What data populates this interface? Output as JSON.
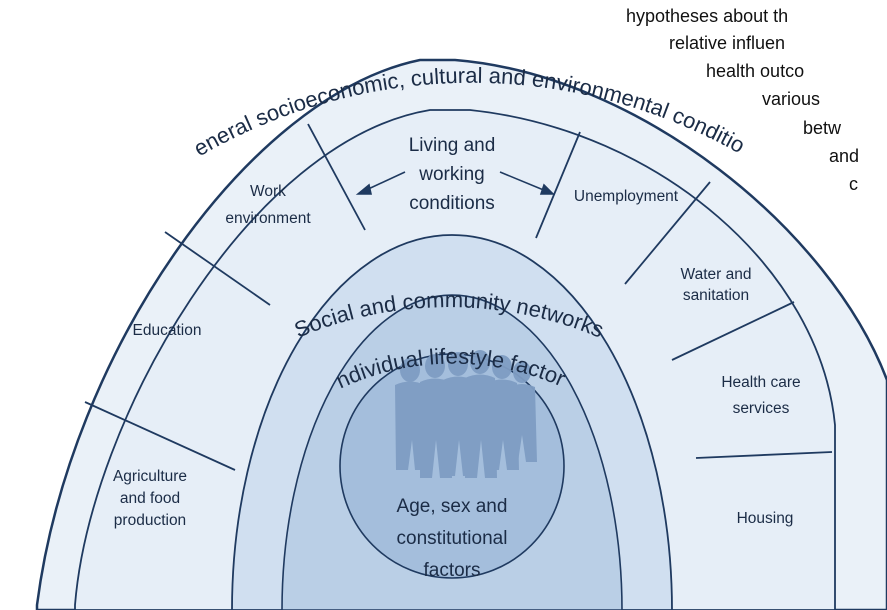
{
  "side_text_lines": [
    "hypotheses about th",
    "relative  influen",
    "health outco",
    "various",
    "betw",
    "and",
    "c"
  ],
  "outer_ring": {
    "label": "General socioeconomic, cultural and environmental conditions"
  },
  "living_conditions": {
    "title_lines": [
      "Living and",
      "working",
      "conditions"
    ],
    "left_segments": [
      {
        "id": "agriculture",
        "lines": [
          "Agriculture",
          "and food",
          "production"
        ]
      },
      {
        "id": "education",
        "lines": [
          "Education"
        ]
      },
      {
        "id": "work-environment",
        "lines": [
          "Work",
          "environment"
        ]
      }
    ],
    "right_segments": [
      {
        "id": "unemployment",
        "lines": [
          "Unemployment"
        ]
      },
      {
        "id": "water-sanitation",
        "lines": [
          "Water and",
          "sanitation"
        ]
      },
      {
        "id": "health-care",
        "lines": [
          "Health care",
          "services"
        ]
      },
      {
        "id": "housing",
        "lines": [
          "Housing"
        ]
      }
    ]
  },
  "community_ring": {
    "label": "Social and community networks"
  },
  "lifestyle_ring": {
    "label": "Individual lifestyle factors"
  },
  "core": {
    "lines": [
      "Age, sex and",
      "constitutional",
      "factors"
    ]
  },
  "colors": {
    "outer_band": "#eaf1f8",
    "segments": "#e6eef7",
    "community": "#d0dff0",
    "lifestyle": "#bacfe6",
    "core": "#a4bedc",
    "people": "#7f9dc3",
    "lines": "#1f3a60",
    "text": "#1b2c46"
  }
}
